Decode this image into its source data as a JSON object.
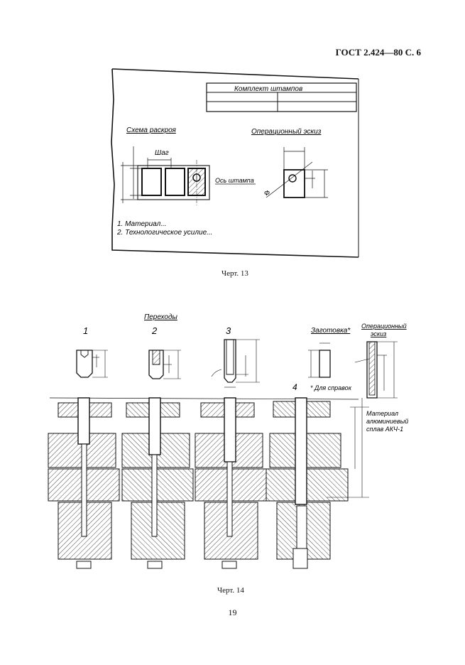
{
  "header": "ГОСТ 2.424—80 С. 6",
  "figure13": {
    "caption": "Черт. 13",
    "table_title": "Комплект штампов",
    "scheme_title": "Схема раскроя",
    "step_label": "Шаг",
    "axis_label": "Ось штампа",
    "sketch_title": "Операционный эскиз",
    "dia_symbol": "Ф",
    "note1": "1. Материал...",
    "note2": "2. Технологическое усилие..."
  },
  "figure14": {
    "caption": "Черт. 14",
    "transitions_title": "Переходы",
    "step1": "1",
    "step2": "2",
    "step3": "3",
    "step4": "4",
    "blank_label": "Заготовка*",
    "ref_note": "* Для справок",
    "sketch_title_line1": "Операционный",
    "sketch_title_line2": "эскиз",
    "material_line1": "Материал",
    "material_line2": "алюминиевый",
    "material_line3": "сплав АКЧ-1"
  },
  "page_number": "19"
}
